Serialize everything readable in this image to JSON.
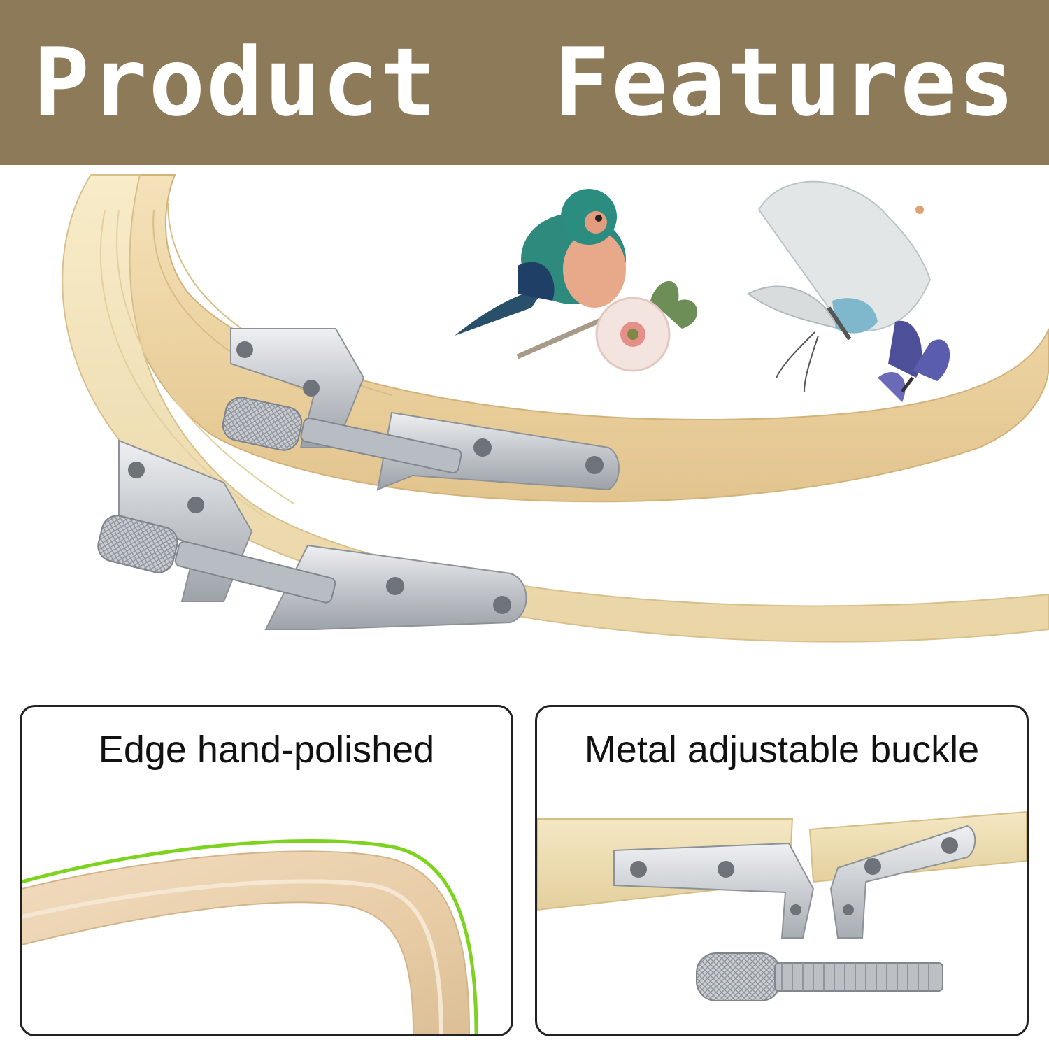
{
  "banner": {
    "title": "Product  Features",
    "background": "#8c7a58"
  },
  "features": [
    {
      "label": "Edge hand-polished",
      "highlight_color": "#7ed321"
    },
    {
      "label": "Metal adjustable buckle"
    }
  ],
  "colors": {
    "bamboo": "#f3dfb4",
    "bamboo_dark": "#dcc28c",
    "metal": "#c9ccd0",
    "border": "#222222"
  },
  "icons": [
    "embroidery-hoop-icon",
    "bird-embroidery-icon",
    "butterfly-embroidery-icon",
    "thumb-screw-icon",
    "metal-bracket-icon"
  ]
}
